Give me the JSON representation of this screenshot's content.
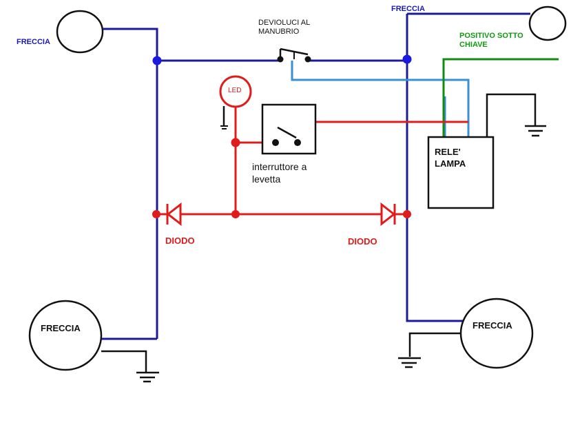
{
  "labels": {
    "freccia_top_left": "FRECCIA",
    "freccia_top_right": "FRECCIA",
    "freccia_bottom_left": "FRECCIA",
    "freccia_bottom_right": "FRECCIA",
    "deviatore_line1": "DEVIOLUCI AL",
    "deviatore_line2": "MANUBRIO",
    "positivo_line1": "POSITIVO SOTTO",
    "positivo_line2": "CHIAVE",
    "led": "LED",
    "interruttore_line1": "interruttore a",
    "interruttore_line2": "levetta",
    "rele_line1": "RELE'",
    "rele_line2": "LAMPA",
    "diodo_left": "DIODO",
    "diodo_right": "DIODO"
  },
  "colors": {
    "blue_wire": "#1a1a9e",
    "light_blue_wire": "#3a8fd0",
    "red_wire": "#e01b1b",
    "green_wire": "#138a13",
    "black_wire": "#111111",
    "blue_text": "#1a1ab0",
    "green_text": "#119911",
    "red_text": "#e01b1b"
  }
}
